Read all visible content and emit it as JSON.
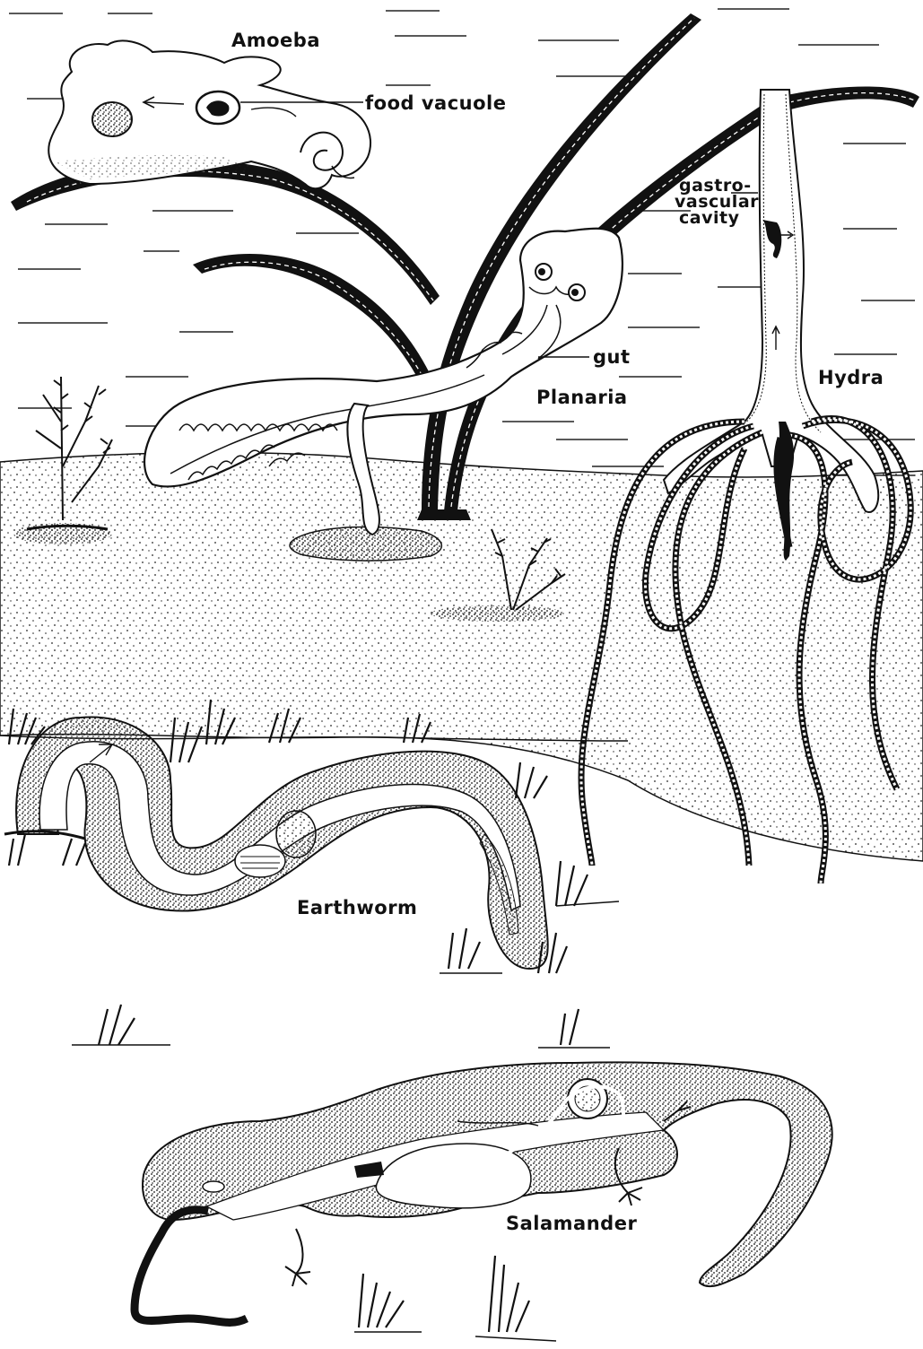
{
  "labels": {
    "amoeba": "Amoeba",
    "food_vacuole": "food vacuole",
    "gastro_1": "gastro-",
    "gastro_2": "vascular",
    "gastro_3": "cavity",
    "gut": "gut",
    "planaria": "Planaria",
    "hydra": "Hydra",
    "earthworm": "Earthworm",
    "salamander": "Salamander"
  },
  "colors": {
    "ink": "#111111",
    "paper": "#ffffff"
  }
}
